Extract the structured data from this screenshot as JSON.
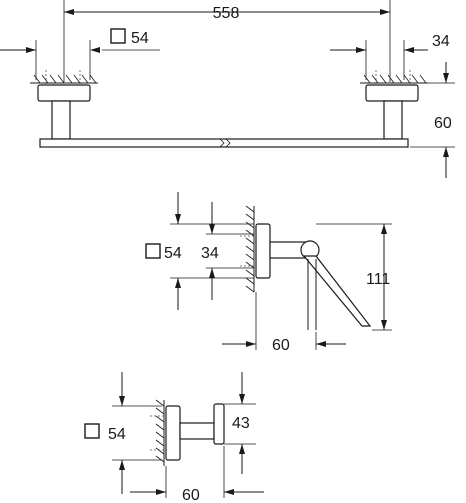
{
  "labels": {
    "towel_bar_length": "558",
    "towel_bar_square": "54",
    "towel_bar_offset": "34",
    "towel_bar_height": "60",
    "paper_holder_square": "54",
    "paper_holder_offset": "34",
    "paper_holder_height": "111",
    "paper_holder_depth": "60",
    "hook_square": "54",
    "hook_height": "43",
    "hook_depth": "60"
  }
}
